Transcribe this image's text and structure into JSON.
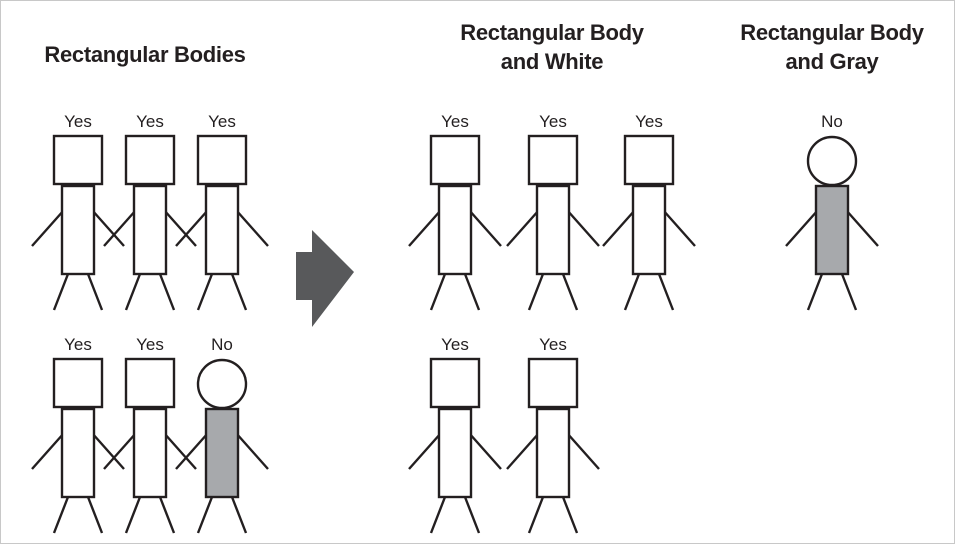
{
  "sections": {
    "left_title": "Rectangular Bodies",
    "middle_title_line1": "Rectangular Body",
    "middle_title_line2": "and White",
    "right_title_line1": "Rectangular Body",
    "right_title_line2": "and Gray"
  },
  "colors": {
    "ink": "#231f20",
    "gray_body": "#a7a9ac",
    "arrow": "#58595b",
    "frame": "#c8c8c8",
    "white_body": "#ffffff"
  },
  "figures": {
    "left": [
      {
        "label": "Yes",
        "head": "square",
        "body": "white"
      },
      {
        "label": "Yes",
        "head": "square",
        "body": "white"
      },
      {
        "label": "Yes",
        "head": "square",
        "body": "white"
      },
      {
        "label": "Yes",
        "head": "square",
        "body": "white"
      },
      {
        "label": "Yes",
        "head": "square",
        "body": "white"
      },
      {
        "label": "No",
        "head": "circle",
        "body": "gray"
      }
    ],
    "middle": [
      {
        "label": "Yes",
        "head": "square",
        "body": "white"
      },
      {
        "label": "Yes",
        "head": "square",
        "body": "white"
      },
      {
        "label": "Yes",
        "head": "square",
        "body": "white"
      },
      {
        "label": "Yes",
        "head": "square",
        "body": "white"
      },
      {
        "label": "Yes",
        "head": "square",
        "body": "white"
      }
    ],
    "right": [
      {
        "label": "No",
        "head": "circle",
        "body": "gray"
      }
    ]
  },
  "arrow_icon": "right-arrow-icon"
}
